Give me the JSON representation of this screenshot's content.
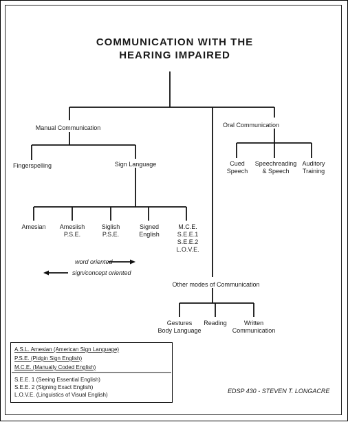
{
  "title": {
    "line1": "COMMUNICATION WITH THE",
    "line2": "HEARING IMPAIRED"
  },
  "branches": {
    "manual": "Manual Communication",
    "oral": "Oral Communication",
    "other": "Other modes of Communication"
  },
  "manual": {
    "fingerspelling": "Fingerspelling",
    "sign_language": "Sign Language"
  },
  "sign_language": [
    {
      "line1": "Amesian",
      "line2": ""
    },
    {
      "line1": "Amesiish",
      "line2": "P.S.E."
    },
    {
      "line1": "Siglish",
      "line2": "P.S.E."
    },
    {
      "line1": "Signed",
      "line2": "English"
    },
    {
      "line1": "M.C.E.",
      "line2": "S.E.E.1",
      "line3": "S.E.E.2",
      "line4": "L.O.V.E."
    }
  ],
  "oral": [
    {
      "line1": "Cued",
      "line2": "Speech"
    },
    {
      "line1": "Speechreading",
      "line2": "& Speech"
    },
    {
      "line1": "Auditory",
      "line2": "Training"
    }
  ],
  "other": [
    {
      "line1": "Gestures",
      "line2": "Body Language"
    },
    {
      "line1": "Reading",
      "line2": ""
    },
    {
      "line1": "Written",
      "line2": "Communication"
    }
  ],
  "orientation": {
    "word": "word oriented",
    "sign": "sign/concept oriented"
  },
  "legend": {
    "asl": "A.S.L. Amesian   (American Sign Language)",
    "pse": "P.S.E.   (Pidgin Sign English)",
    "mce": "M.C.E.  (Manually Coded English)",
    "see1": "S.E.E. 1   (Seeing Essential English)",
    "see2": "S.E.E. 2   (Signing Exact English)",
    "love": "L.O.V.E.   (Linguistics of Visual English)"
  },
  "credit": "EDSP 430 - STEVEN T. LONGACRE"
}
